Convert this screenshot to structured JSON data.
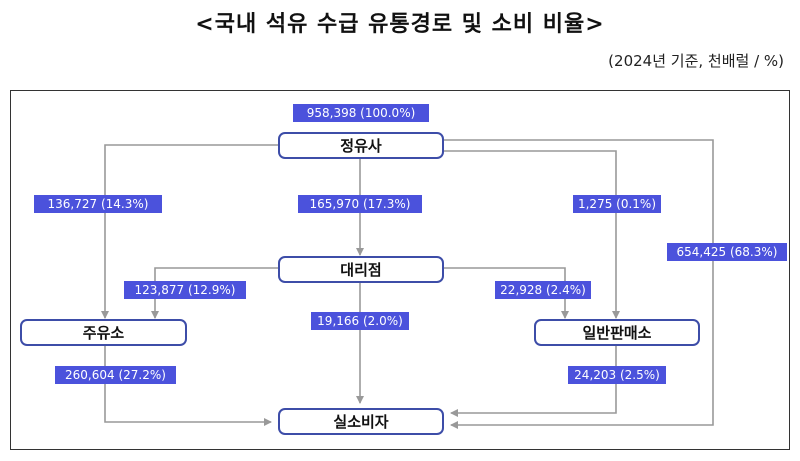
{
  "title": "<국내 석유 수급 유통경로 및 소비 비율>",
  "unit_note": "(2024년 기준, 천배럴 / %)",
  "nodes": {
    "refinery": "정유사",
    "agency": "대리점",
    "gas_station": "주유소",
    "general_seller": "일반판매소",
    "end_consumer": "실소비자"
  },
  "flows": {
    "total": "958,398 (100.0%)",
    "refinery_to_gas_station": "136,727 (14.3%)",
    "refinery_to_agency": "165,970 (17.3%)",
    "refinery_to_general_seller": "1,275 (0.1%)",
    "refinery_to_consumer": "654,425 (68.3%)",
    "agency_to_gas_station": "123,877 (12.9%)",
    "agency_to_general_seller": "22,928 (2.4%)",
    "agency_to_consumer": "19,166 (2.0%)",
    "gas_station_to_consumer": "260,604 (27.2%)",
    "general_seller_to_consumer": "24,203 (2.5%)"
  },
  "colors": {
    "label_bg": "#4b52dc",
    "node_border": "#3d4da8",
    "arrow": "#999999"
  }
}
